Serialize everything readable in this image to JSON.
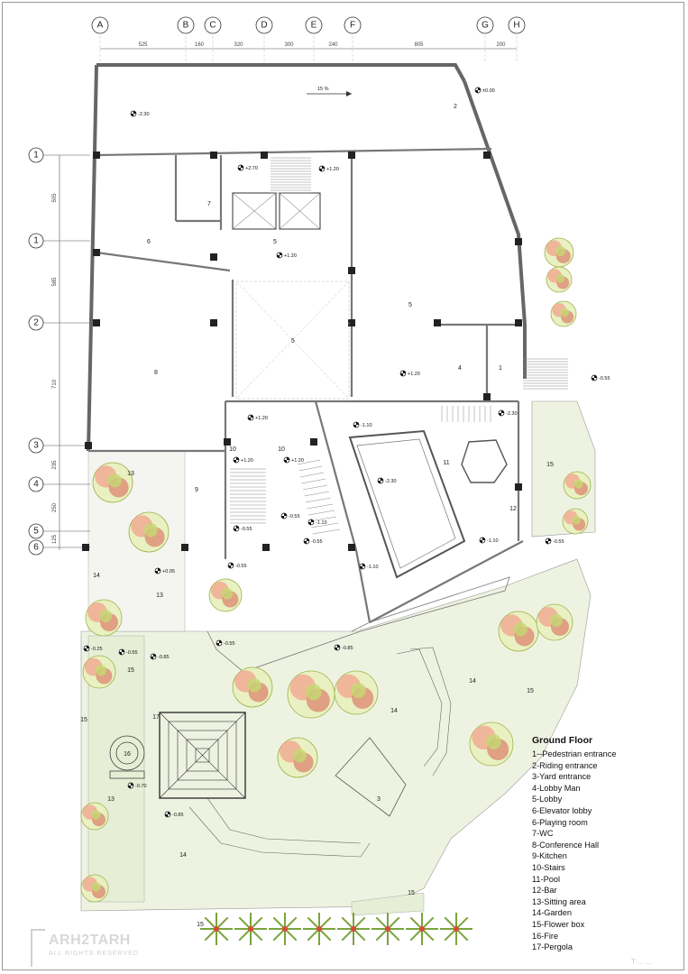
{
  "grid": {
    "columns": [
      {
        "label": "A"
      },
      {
        "label": "B"
      },
      {
        "label": "C"
      },
      {
        "label": "D"
      },
      {
        "label": "E"
      },
      {
        "label": "F"
      },
      {
        "label": "G"
      },
      {
        "label": "H"
      }
    ],
    "column_dimensions": [
      "525",
      "160",
      "320",
      "300",
      "240",
      "805",
      "200"
    ],
    "rows": [
      {
        "label": "1"
      },
      {
        "label": "1"
      },
      {
        "label": "2"
      },
      {
        "label": "3"
      },
      {
        "label": "4"
      },
      {
        "label": "5"
      },
      {
        "label": "6"
      }
    ],
    "row_dimensions": [
      "505",
      "585",
      "710",
      "235",
      "250",
      "125"
    ]
  },
  "slope_label": "15 %",
  "levels": {
    "top_yard": "-2.30",
    "entrance": "±0.00",
    "wc": "+2.70",
    "lobby_upper": "+1.20",
    "lobby_mid": "+1.20",
    "lobby_man": "+1.20",
    "landing_1": "+1.20",
    "landing_2": "+1.20",
    "landing_3": "+1.20",
    "ramp": "-0.55",
    "pool_deck": "-1.10",
    "pool": "-2.30",
    "pool_edge_1": "-1.10",
    "pool_edge_2": "-1.10",
    "pool_edge_3": "-1.10",
    "bar_top": "-2.30",
    "stair_low_1": "-0.55",
    "stair_low_2": "-0.55",
    "sitting": "+0.05",
    "garden_1": "-0.55",
    "garden_2": "-0.55",
    "garden_3": "-0.85",
    "garden_4": "-0.25",
    "garden_5": "-0.55",
    "garden_6": "-0.85",
    "fire": "-0.70",
    "garden_7": "-0.85",
    "low_1": "-0.55",
    "low_2": "-0.55"
  },
  "rooms": {
    "r1": "1",
    "r2": "2",
    "r3": "3",
    "r4": "4",
    "r5a": "5",
    "r5b": "5",
    "r5c": "5",
    "r6": "6",
    "r7": "7",
    "r8": "8",
    "r9": "9",
    "r10a": "10",
    "r10b": "10",
    "r11": "11",
    "r12": "12",
    "r13a": "13",
    "r13b": "13",
    "r13c": "13",
    "r14a": "14",
    "r14b": "14",
    "r14c": "14",
    "r14d": "14",
    "r14e": "14",
    "r15a": "15",
    "r15b": "15",
    "r15c": "15",
    "r15d": "15",
    "r15e": "15",
    "r15f": "15",
    "r16": "16",
    "r17": "17"
  },
  "legend": {
    "title": "Ground Floor",
    "items": [
      "1--Pedestrian entrance",
      "2-Riding entrance",
      "3-Yard entrance",
      "4-Lobby Man",
      "5-Lobby",
      "6-Elevator lobby",
      "6-Playing room",
      "7-WC",
      "8-Conference Hall",
      "9-Kitchen",
      "10-Stairs",
      "11-Pool",
      "12-Bar",
      "13-Sitting area",
      "14-Garden",
      "15-Flower box",
      "16-Fire",
      "17-Pergola"
    ]
  },
  "brand": {
    "name": "ARH2TARH",
    "sub": "ALL RIGHTS RESERVED"
  },
  "corner_mark": "T ... ..."
}
